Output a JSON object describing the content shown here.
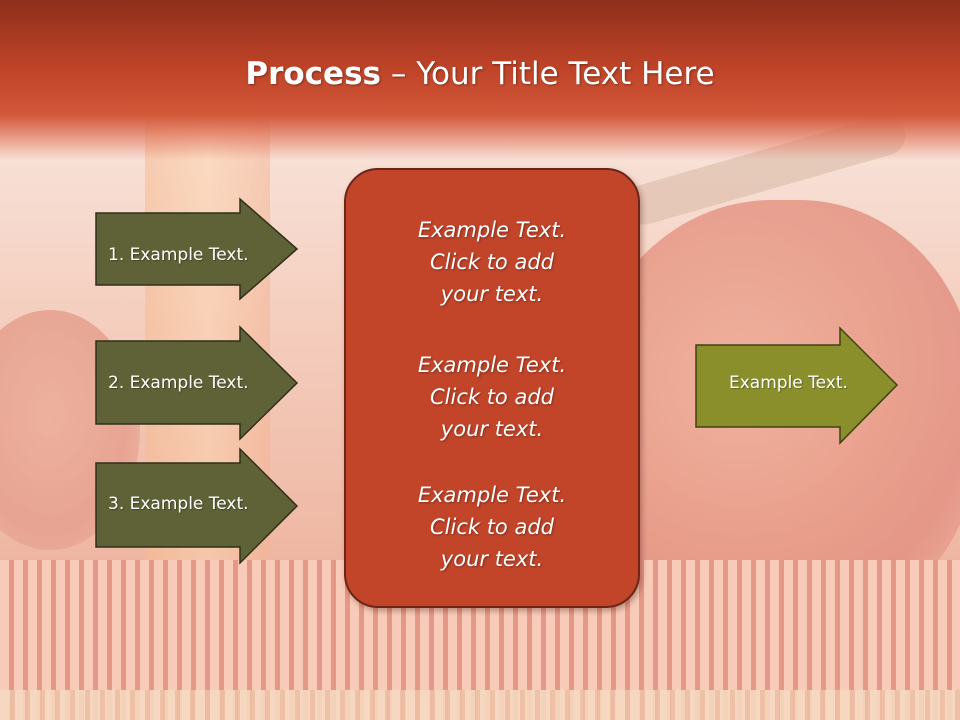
{
  "slide": {
    "title_bold": "Process",
    "title_rest": " – Your Title Text Here",
    "left_steps": [
      {
        "label": "1. Example Text."
      },
      {
        "label": "2. Example Text."
      },
      {
        "label": "3. Example Text."
      }
    ],
    "center_paragraphs": [
      "Example Text.\nClick  to add\nyour text.",
      "Example Text.\nClick  to add\nyour text.",
      "Example Text.\nClick  to add\nyour text."
    ],
    "result": {
      "label": "Example Text."
    }
  },
  "colors": {
    "header_red": "#c04428",
    "center_box": "#c2452a",
    "left_arrow_fill": "#5f6236",
    "right_arrow_fill": "#8a8f2c",
    "text": "#ffffff"
  }
}
